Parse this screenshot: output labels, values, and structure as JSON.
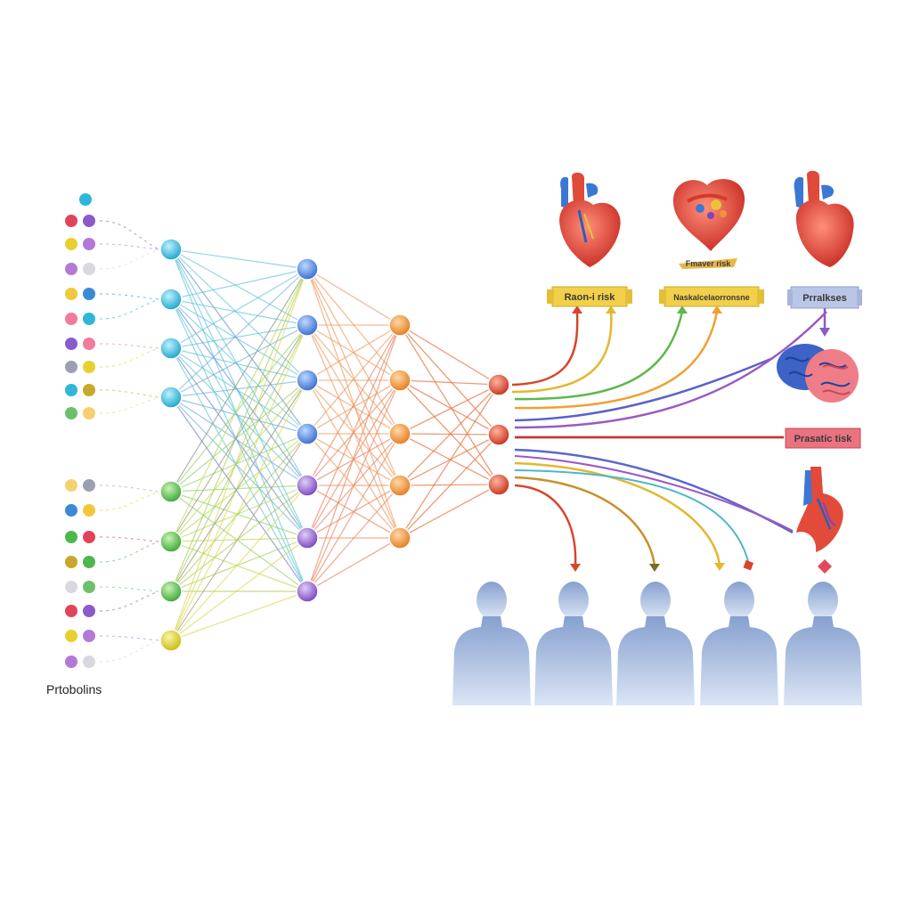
{
  "caption": "Prtobolins",
  "labels": {
    "top1": "Raon-i risk",
    "top2": "Naskalcelaorronsne",
    "top2_sub": "Fmaver risk",
    "top3": "Prralkses",
    "mid": "Prasatic tisk"
  },
  "colors": {
    "teal": "#2fb6d8",
    "green": "#4cba4c",
    "yellow": "#e8d62e",
    "blue": "#4a7fd6",
    "purple": "#8a5bc9",
    "orange": "#f0923a",
    "red": "#d8452e",
    "person": "#8ea6d2",
    "label_yellow": "#f2d04a",
    "label_blue": "#b9c6e6",
    "label_pink": "#e9737f"
  }
}
